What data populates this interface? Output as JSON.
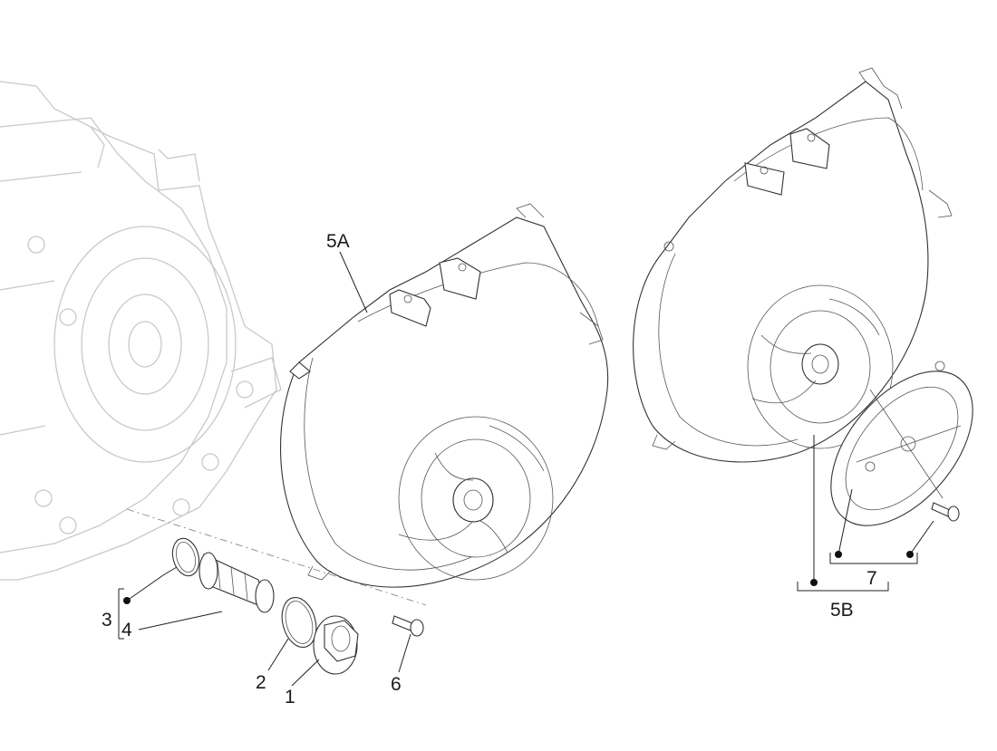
{
  "diagram": {
    "labels": {
      "part_1": "1",
      "part_2": "2",
      "part_3": "3",
      "part_4": "4",
      "part_5A": "5A",
      "part_5B": "5B",
      "part_6": "6",
      "part_7": "7"
    }
  }
}
